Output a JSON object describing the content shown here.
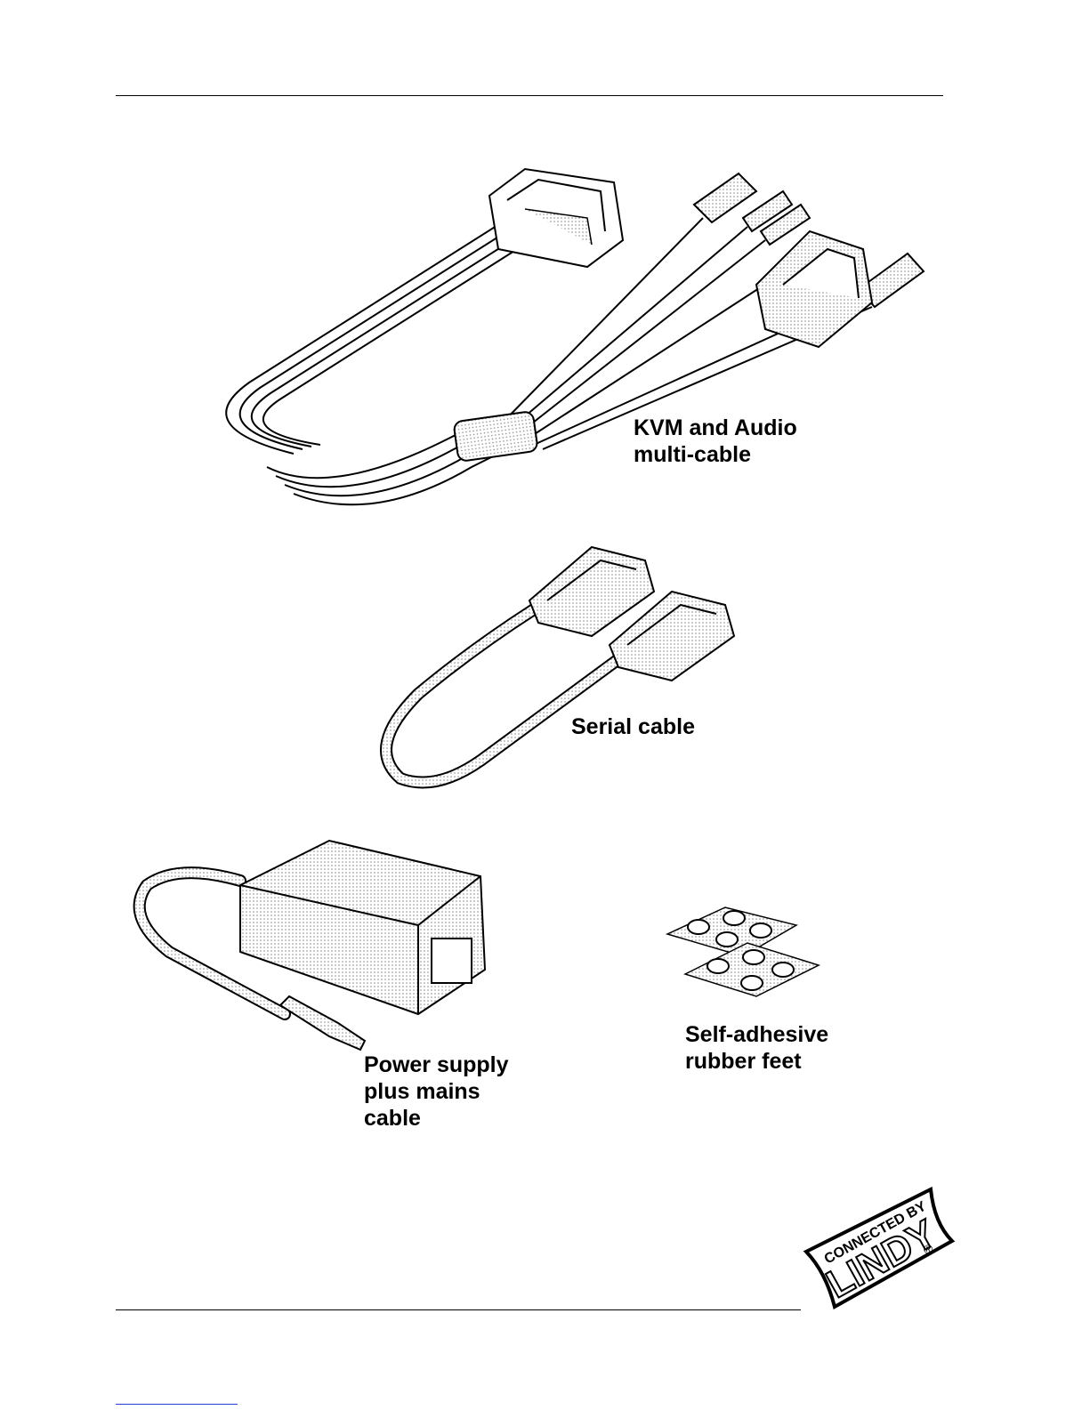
{
  "captions": {
    "kvm_cable": [
      "KVM and Audio",
      "multi-cable"
    ],
    "serial_cable": [
      "Serial cable"
    ],
    "power_supply": [
      "Power supply",
      "plus mains",
      "cable"
    ],
    "rubber_feet": [
      "Self-adhesive",
      "rubber feet"
    ]
  },
  "logo": {
    "top_text": "CONNECTED BY",
    "brand_text": "LINDY",
    "mark": "®"
  },
  "colors": {
    "ink": "#000000",
    "fill_stipple": "#d0d0d0",
    "link_underline": "#2a3fd6"
  }
}
